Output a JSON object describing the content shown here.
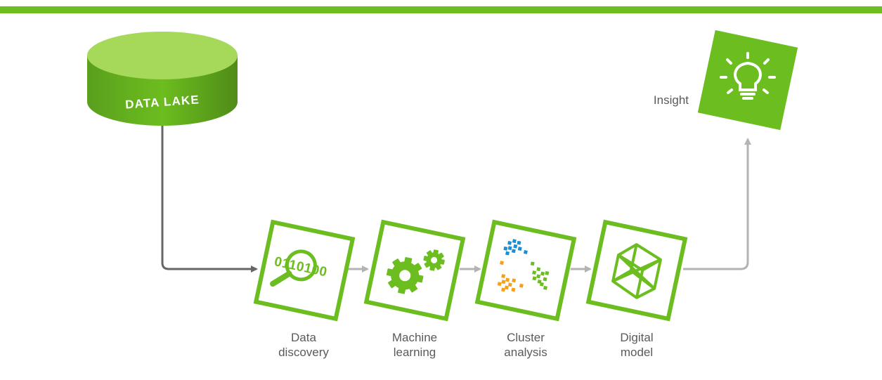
{
  "colors": {
    "brand_green": "#6cbd1f",
    "light_green": "#a6d85a",
    "dark_green": "#4f9219",
    "connector_dark": "#666666",
    "connector_light": "#b3b3b3",
    "label_gray": "#5a5a5a",
    "cluster_blue": "#1a8fd6",
    "cluster_orange": "#f5a01a"
  },
  "data_lake": {
    "label": "DATA LAKE",
    "icon": "database-cylinder-icon"
  },
  "steps": [
    {
      "line1": "Data",
      "line2": "discovery",
      "icon": "binary-magnifier-icon",
      "binary_text": "0110100"
    },
    {
      "line1": "Machine",
      "line2": "learning",
      "icon": "gears-icon"
    },
    {
      "line1": "Cluster",
      "line2": "analysis",
      "icon": "scatter-clusters-icon"
    },
    {
      "line1": "Digital",
      "line2": "model",
      "icon": "wireframe-cube-icon"
    }
  ],
  "insight": {
    "label": "Insight",
    "icon": "lightbulb-icon"
  }
}
